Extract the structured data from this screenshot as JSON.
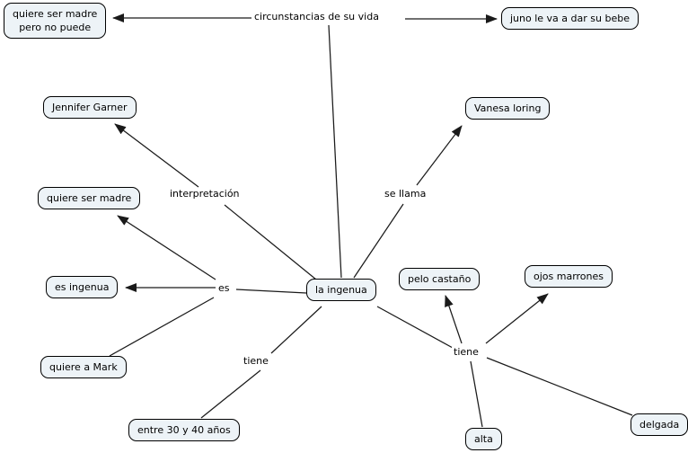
{
  "diagram": {
    "title": "concept map: la ingenua (Juno)",
    "concepts": {
      "quiere_ser_madre_pero_no_puede": "quiere ser madre\npero no puede",
      "juno_le_va_a_dar_su_bebe": "juno le va a dar su bebe",
      "jennifer_garner": "Jennifer Garner",
      "vanesa_loring": "Vanesa loring",
      "quiere_ser_madre": "quiere ser madre",
      "es_ingenua": "es ingenua",
      "quiere_a_mark": "quiere a Mark",
      "la_ingenua": "la ingenua",
      "pelo_castano": "pelo castaño",
      "ojos_marrones": "ojos marrones",
      "entre_30_y_40_anos": "entre 30 y 40 años",
      "alta": "alta",
      "delgada": "delgada"
    },
    "linking_phrases": {
      "circunstancias": "circunstancias de su vida",
      "interpretacion": "interpretación",
      "se_llama": "se llama",
      "es": "es",
      "tiene_left": "tiene",
      "tiene_right": "tiene"
    },
    "colors": {
      "background": "#ffffff",
      "node_fill": "#edf3f7",
      "node_border": "#000000",
      "line": "#1a1a1a",
      "text": "#000000"
    }
  }
}
